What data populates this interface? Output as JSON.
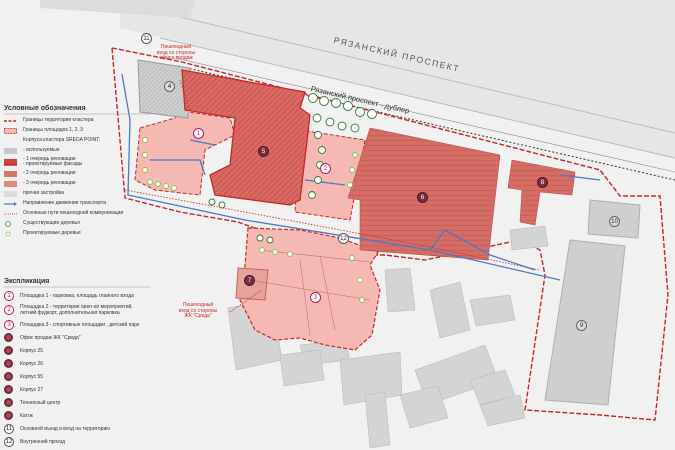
{
  "map": {
    "road_main": "РЯЗАНСКИЙ ПРОСПЕКТ",
    "road_dubler": "Рязанский проспект - дублер",
    "annotation_office": "Пешеходный\nвход со стороны\nофиса продаж",
    "annotation_zhk": "Пешеходный\nвход со стороны\nЖК \"Среда\"",
    "markers": {
      "m1": "1",
      "m2": "2",
      "m3": "3",
      "m4": "4",
      "m5": "5",
      "m6": "6",
      "m7": "7",
      "m8": "8",
      "m9": "9",
      "m10": "10",
      "m11": "11",
      "m12": "12"
    }
  },
  "legend": {
    "title": "Условные обозначения",
    "items": [
      {
        "label": "Границы территории кластера"
      },
      {
        "label": "Границы площадок 1, 2, 3"
      },
      {
        "label": "Корпуса кластера SREDA POINT:"
      },
      {
        "label": "- используемые"
      },
      {
        "label": "- 1 очередь реновации",
        "label2": "- проектируемые фасады"
      },
      {
        "label": "- 2 очередь реновации"
      },
      {
        "label": "- 3 очередь реновации"
      },
      {
        "label": "прочая застройка"
      },
      {
        "label": "Направление движения транспорта"
      },
      {
        "label": "Основные пути пешеходной коммуникации"
      },
      {
        "label": "Существующие деревья"
      },
      {
        "label": "Проектируемые деревья"
      }
    ]
  },
  "explication": {
    "title": "Экспликация",
    "items": [
      {
        "num": "1",
        "label": "Площадка 1 - парковка, площадь главного входа"
      },
      {
        "num": "2",
        "label": "Площадка 2 - территория open-air мероприятий,",
        "label2": "летний фудкорт, дополнительная парковка"
      },
      {
        "num": "3",
        "label": "Площадка 3 - спортивные площадки , детский парк"
      },
      {
        "num": "",
        "label": "Офис продаж ЖК \"Среда\""
      },
      {
        "num": "",
        "label": "Корпус 25"
      },
      {
        "num": "",
        "label": "Корпус 26"
      },
      {
        "num": "",
        "label": "Корпус 55"
      },
      {
        "num": "",
        "label": "Корпус 27"
      },
      {
        "num": "",
        "label": "Теннисный центр"
      },
      {
        "num": "",
        "label": "Каток"
      },
      {
        "num": "11",
        "label": "Основной въезд и вход на территорию"
      },
      {
        "num": "12",
        "label": "Внутренний проезд"
      }
    ]
  },
  "colors": {
    "reno1": "#c9463f",
    "reno2": "#e58980",
    "reno3": "#d9746b",
    "site": "#f5b8b3",
    "boundary": "#c62828",
    "other": "#dcdcdc",
    "existing_tree": "#2e7d32",
    "new_tree": "#8bc34a",
    "traffic": "#4a79c9"
  }
}
